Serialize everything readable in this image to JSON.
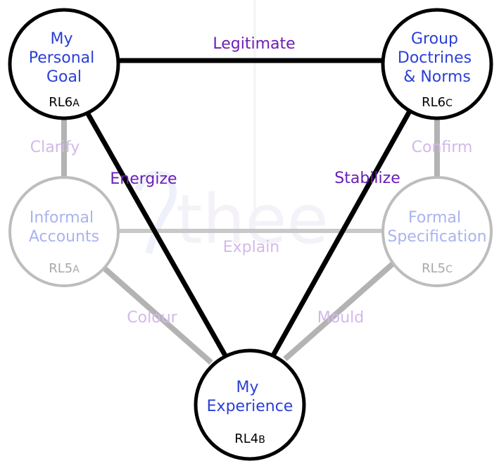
{
  "colors": {
    "strong_line": "#000000",
    "faded_line": "#b3b3b3",
    "strong_title": "#2b3fd6",
    "faded_title": "#a9b3ef",
    "strong_label": "#6a1fb8",
    "faded_label": "#d3b8ea",
    "strong_code": "#000000",
    "faded_code": "#a8a8a8",
    "watermark": "#f2f2f6"
  },
  "watermark_icon": "thee-logo-watermark",
  "nodes": {
    "personal_goal": {
      "title": [
        "My",
        "Personal",
        "Goal"
      ],
      "code": "RL6",
      "sub": "A"
    },
    "group_doctrines": {
      "title": [
        "Group",
        "Doctrines",
        "& Norms"
      ],
      "code": "RL6",
      "sub": "C"
    },
    "informal_accounts": {
      "title": [
        "Informal",
        "Accounts"
      ],
      "code": "RL5",
      "sub": "A"
    },
    "formal_specification": {
      "title": [
        "Formal",
        "Specification"
      ],
      "code": "RL5",
      "sub": "C"
    },
    "experience": {
      "title": [
        "My",
        "Experience"
      ],
      "code": "RL4",
      "sub": "B"
    }
  },
  "edges": {
    "legitimate": "Legitimate",
    "energize": "Energize",
    "stabilize": "Stabilize",
    "clarify": "Clarify",
    "confirm": "Confirm",
    "explain": "Explain",
    "colour": "Colour",
    "mould": "Mould"
  }
}
